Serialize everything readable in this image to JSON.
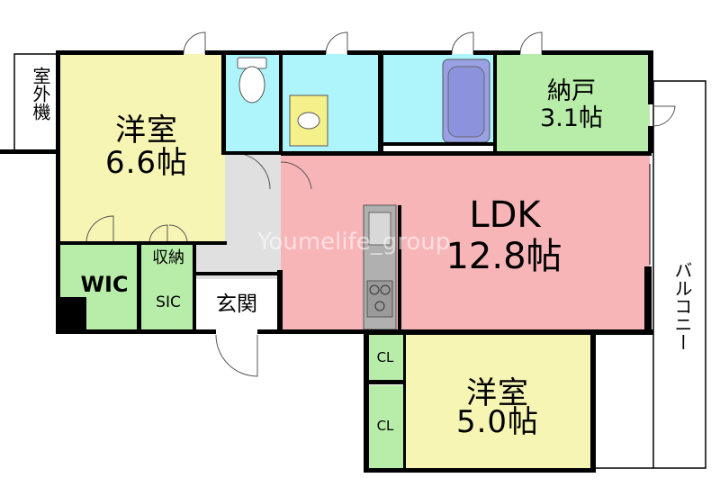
{
  "rooms": {
    "western_room_1": {
      "name": "洋室",
      "size": "6.6帖"
    },
    "ldk": {
      "name": "LDK",
      "size": "12.8帖"
    },
    "western_room_2": {
      "name": "洋室",
      "size": "5.0帖"
    },
    "storeroom": {
      "name": "納戸",
      "size": "3.1帖"
    },
    "wic": "WIC",
    "sic": "SIC",
    "storage": "収納",
    "entrance": "玄関",
    "closet_upper": "CL",
    "closet_lower": "CL"
  },
  "outdoor_unit": "室外機",
  "balcony": "バルコニー",
  "watermark": "Youmelife_group",
  "colors": {
    "western_room": "#f7f5b4",
    "ldk": "#f8b5b8",
    "wet_area": "#aef4fb",
    "storeroom_wic": "#b8eda9",
    "hall": "#e0e0e0",
    "bathtub": "#9aa0e4",
    "vanity": "#f4f08a",
    "wall": "#000000"
  }
}
